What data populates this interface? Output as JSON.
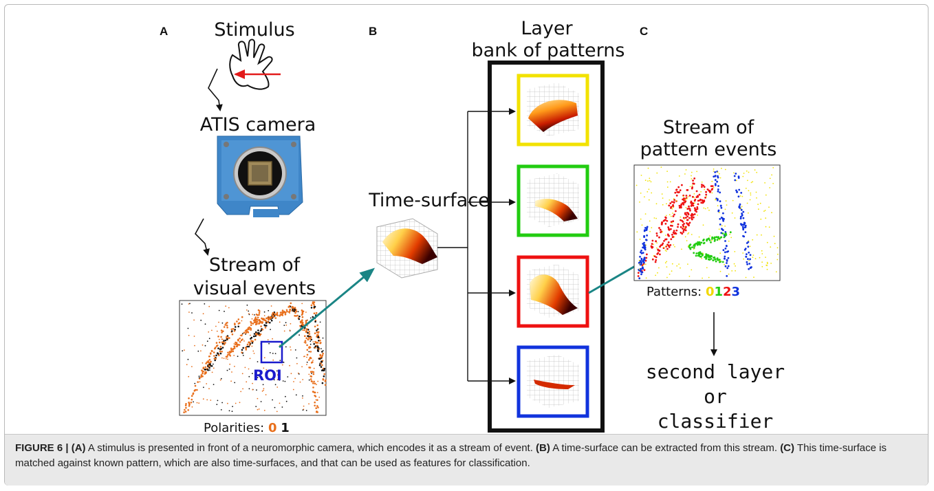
{
  "panels": {
    "a": "A",
    "b": "B",
    "c": "C"
  },
  "labels": {
    "stimulus": "Stimulus",
    "camera": "ATIS camera",
    "visual_line1": "Stream of",
    "visual_line2": "visual events",
    "roi": "ROI",
    "polarities": "Polarities:",
    "polarity_values": [
      "0",
      "1"
    ],
    "time_surface": "Time-surface",
    "layer_line1": "Layer",
    "layer_line2": "bank of patterns",
    "pattern_line1": "Stream of",
    "pattern_line2": "pattern events",
    "patterns": "Patterns:",
    "pattern_values": [
      "0",
      "1",
      "2",
      "3"
    ],
    "out_line1": "second layer",
    "out_line2": "or",
    "out_line3": "classifier"
  },
  "colors": {
    "polarity": [
      "#e86f1c",
      "#111111"
    ],
    "patterns": [
      "#f2e200",
      "#22cc11",
      "#ee1111",
      "#1133dd"
    ],
    "arrow_teal": "#1a8585",
    "roi": "#1a1acc"
  },
  "caption": {
    "figure_label": "FIGURE 6 |",
    "a_tag": "(A)",
    "a_text": " A stimulus is presented in front of a neuromorphic camera, which encodes it as a stream of event. ",
    "b_tag": "(B)",
    "b_text": " A time-surface can be extracted from this stream. ",
    "c_tag": "(C)",
    "c_text": " This time-surface is matched against known pattern, which are also time-surfaces, and that can be used as features for classification."
  }
}
